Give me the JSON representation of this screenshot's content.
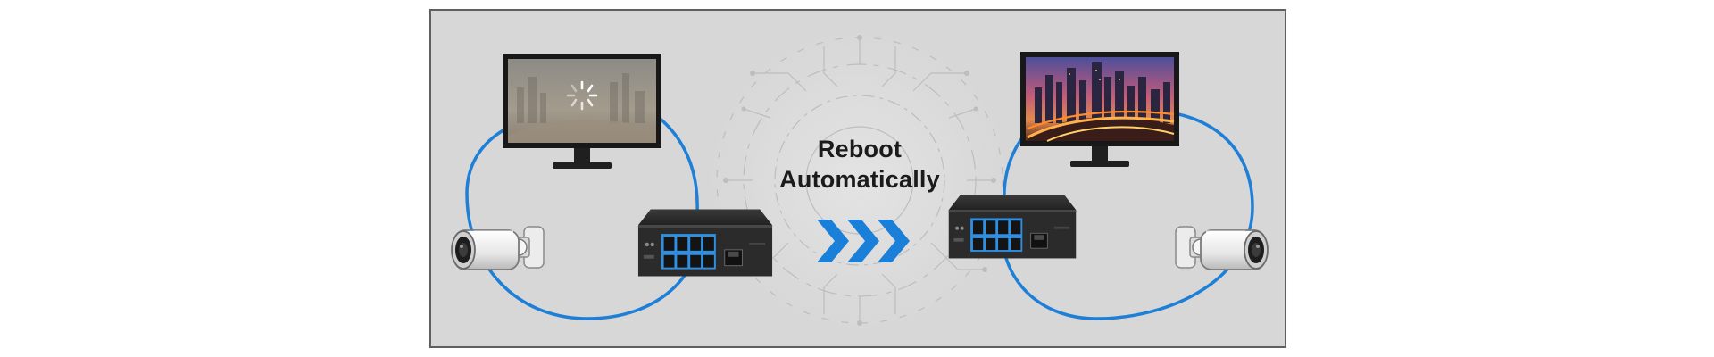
{
  "caption": {
    "line1": "Reboot",
    "line2": "Automatically"
  },
  "colors": {
    "background": "#d7d7d7",
    "border": "#5f5f5f",
    "loop": "#1e7fd6",
    "arrow": "#1a7fd8",
    "device": "#2b2b2b",
    "port_highlight": "#2f8fe0",
    "text": "#1b1b1b"
  },
  "icons": {
    "left_monitor": "monitor-loading-icon",
    "right_monitor": "monitor-city-icon",
    "cameras": "bullet-camera-icon",
    "switches": "poe-switch-icon",
    "arrows": "chevron-right-icon",
    "spinner": "loading-spinner-icon"
  },
  "arrow_count": 3
}
